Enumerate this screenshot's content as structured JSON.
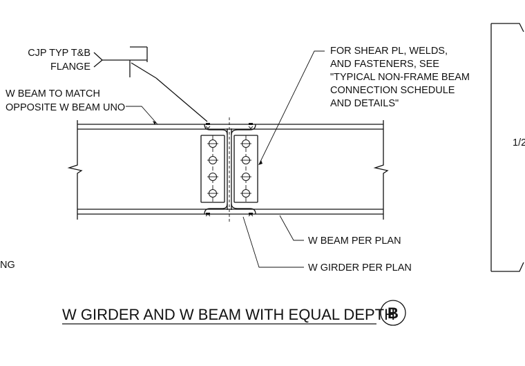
{
  "notes": {
    "cjp_line1": "CJP TYP T&B",
    "cjp_line2": "FLANGE",
    "wbeam_match_line1": "W BEAM TO MATCH",
    "wbeam_match_line2": "OPPOSITE W BEAM UNO",
    "shear_line1": "FOR SHEAR PL, WELDS,",
    "shear_line2": "AND FASTENERS, SEE",
    "shear_line3": "\"TYPICAL NON-FRAME BEAM",
    "shear_line4": "CONNECTION SCHEDULE",
    "shear_line5": "AND DETAILS\"",
    "wbeam_plan": "W BEAM PER PLAN",
    "wgirder_plan": "W GIRDER PER PLAN",
    "left_partial": "NG",
    "right_partial": "1/2"
  },
  "title": {
    "text": "W GIRDER AND W BEAM WITH EQUAL DEPTH",
    "detail_letter": "B"
  }
}
